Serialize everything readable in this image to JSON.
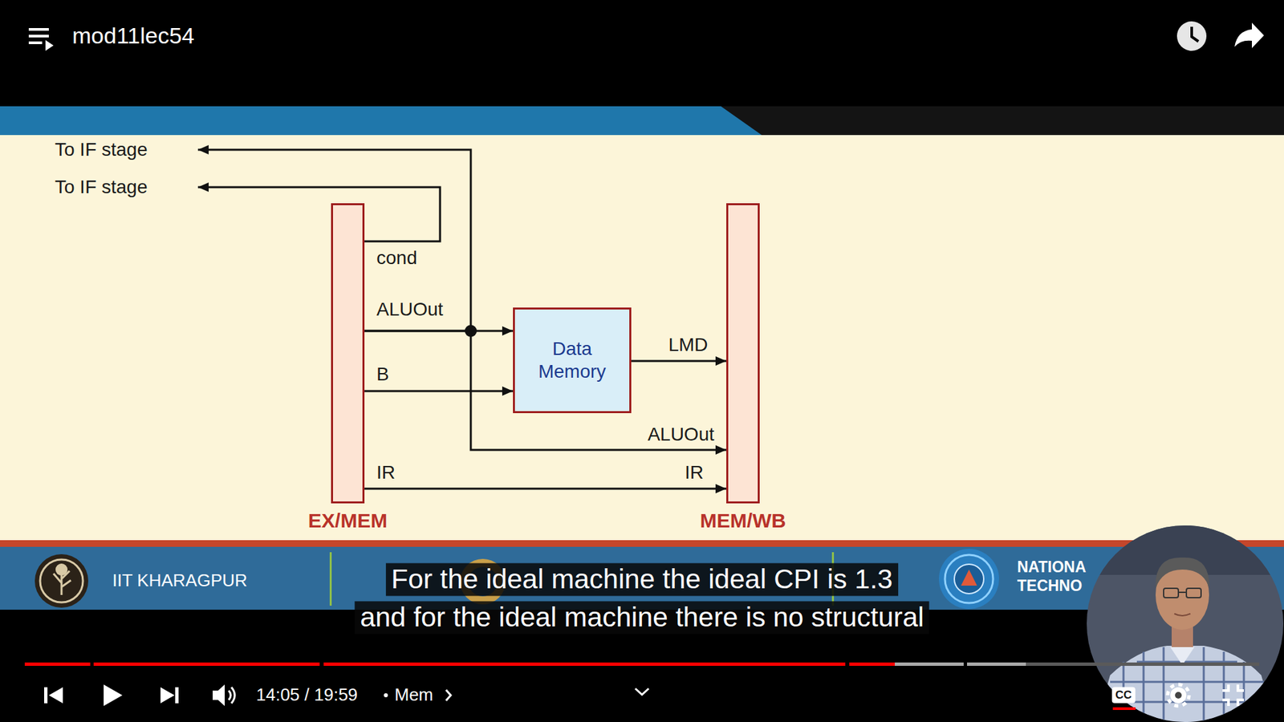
{
  "diagram": {
    "nodes": [
      {
        "text": [
          "EX/MEM"
        ]
      },
      {
        "text": [
          "Data Memory"
        ]
      },
      {
        "text": [
          "MEM/WB"
        ]
      }
    ],
    "edges": [
      {
        "from": 0,
        "to": 1,
        "arrow": "to",
        "label": "ALUOut"
      },
      {
        "from": 0,
        "to": 1,
        "arrow": "to",
        "label": "B"
      },
      {
        "from": 1,
        "to": 2,
        "arrow": "to",
        "label": "LMD"
      },
      {
        "from": 0,
        "to": 2,
        "arrow": "to",
        "label": "ALUOut"
      },
      {
        "from": 0,
        "to": 2,
        "arrow": "to",
        "label": "IR"
      }
    ],
    "labels": [
      "mod11lec54",
      "To IF stage",
      "To IF stage",
      "cond",
      "IR",
      "IIT KHARAGPUR",
      "NATIONA",
      "TECHNO",
      "For the ideal machine the ideal CPI is 1.3",
      "and for the ideal machine there is no structural",
      "14:05 / 19:59",
      "Mem",
      "CC"
    ]
  }
}
